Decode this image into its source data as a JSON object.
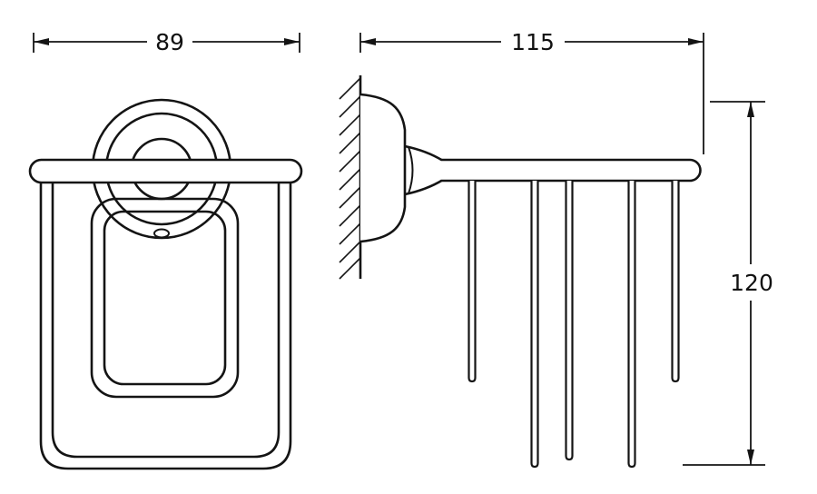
{
  "diagram": {
    "type": "technical-drawing",
    "colors": {
      "line": "#141414",
      "background": "#ffffff"
    },
    "dimensions": {
      "front_width": "89",
      "side_depth": "115",
      "side_height": "120"
    }
  }
}
